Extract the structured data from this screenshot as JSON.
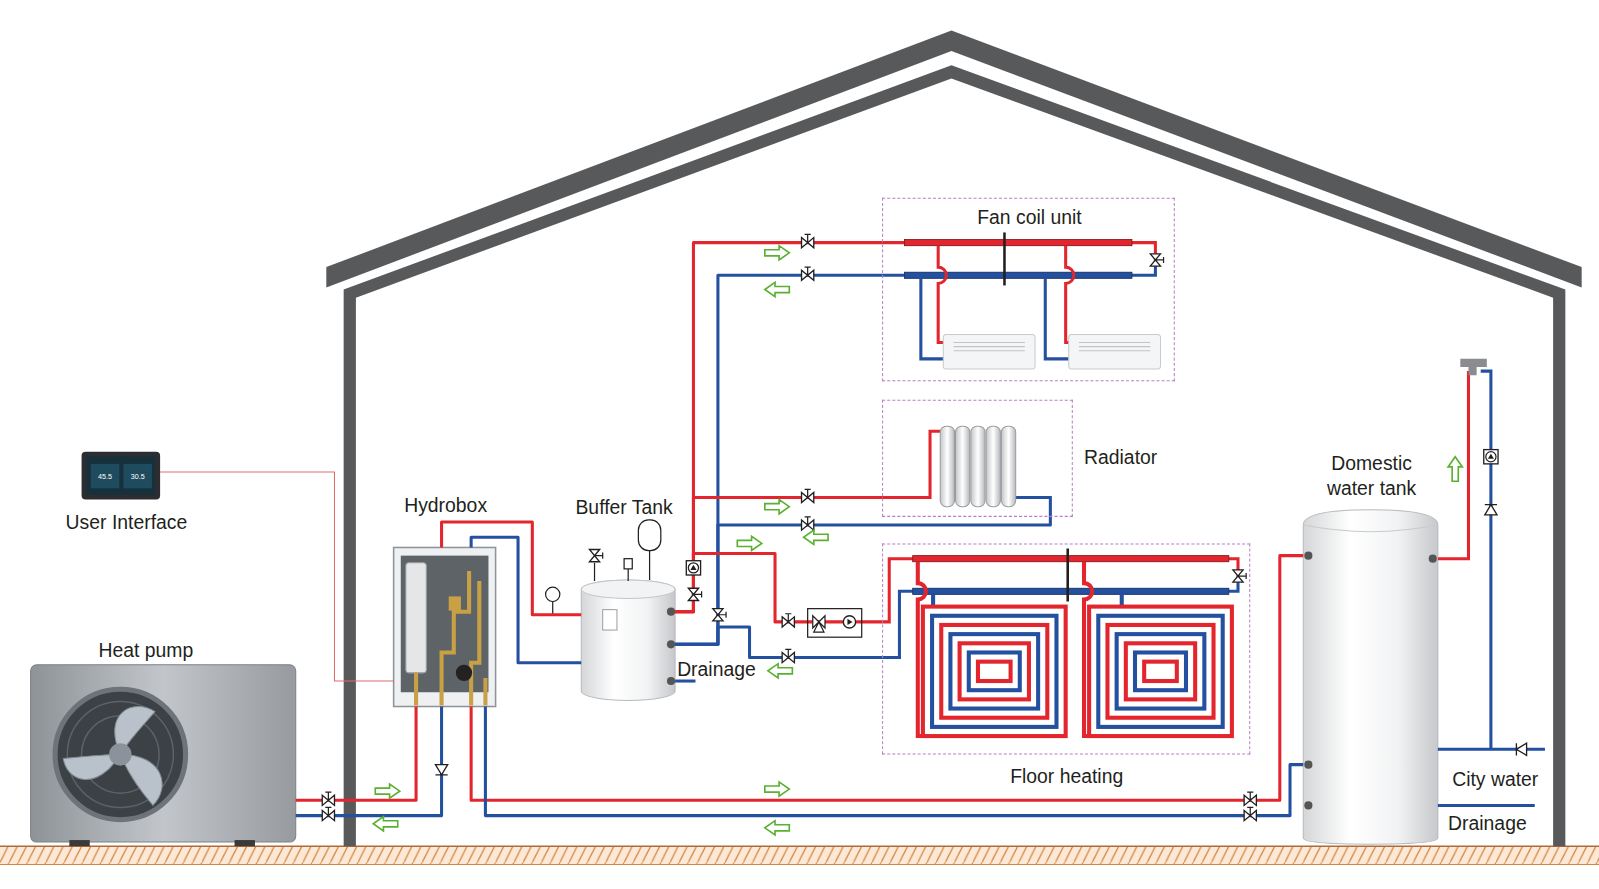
{
  "diagram": {
    "nodes": [
      {
        "text": [
          "Fan coil unit"
        ]
      },
      {
        "text": [
          "Radiator"
        ]
      },
      {
        "text": [
          "User Interface"
        ]
      },
      {
        "text": [
          "Hydrobox"
        ]
      },
      {
        "text": [
          "Buffer Tank"
        ]
      },
      {
        "text": [
          "Domestic water tank"
        ]
      },
      {
        "text": [
          "Floor heating"
        ]
      },
      {
        "text": [
          "Heat pump"
        ]
      }
    ],
    "edges": [
      {
        "from": 7,
        "to": 3,
        "arrow": "none"
      },
      {
        "from": 3,
        "to": 7,
        "arrow": "none"
      },
      {
        "from": 3,
        "to": 4,
        "arrow": "none"
      },
      {
        "from": 4,
        "to": 3,
        "arrow": "none"
      },
      {
        "from": 4,
        "to": 0,
        "arrow": "none"
      },
      {
        "from": 0,
        "to": 4,
        "arrow": "none"
      },
      {
        "from": 4,
        "to": 1,
        "arrow": "none"
      },
      {
        "from": 1,
        "to": 4,
        "arrow": "none"
      },
      {
        "from": 4,
        "to": 6,
        "arrow": "none"
      },
      {
        "from": 6,
        "to": 4,
        "arrow": "none"
      },
      {
        "from": 3,
        "to": 5,
        "arrow": "none"
      },
      {
        "from": 5,
        "to": 3,
        "arrow": "none"
      },
      {
        "from": 2,
        "to": 3,
        "arrow": "none"
      }
    ],
    "labels": [
      "45.5",
      "30.5",
      "Drainage",
      "City water",
      "Drainage"
    ]
  }
}
